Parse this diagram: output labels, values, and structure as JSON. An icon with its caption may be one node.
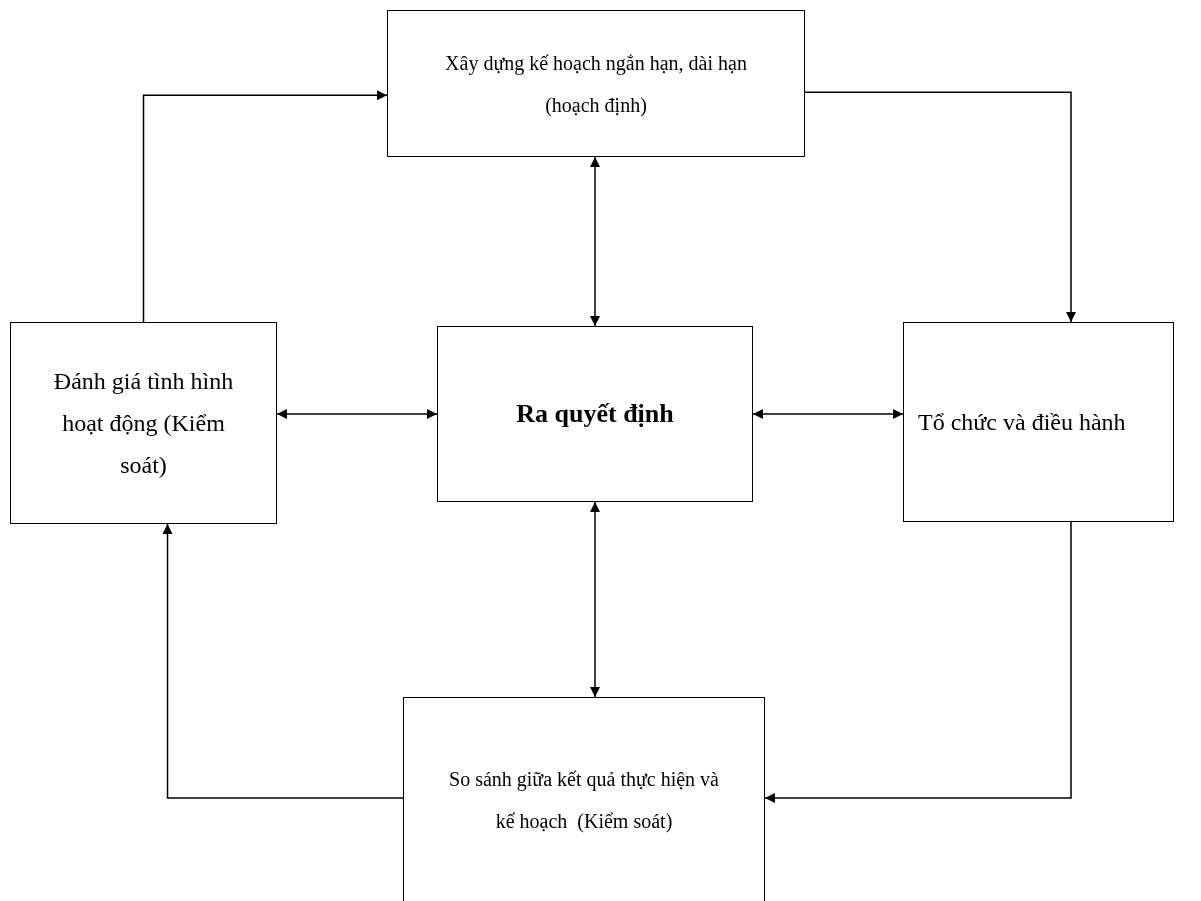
{
  "diagram": {
    "nodes": [
      {
        "text": [
          "Xây dựng kế hoạch ngắn hạn, dài hạn (hoạch định)"
        ]
      },
      {
        "text": [
          "Đánh giá tình hình hoạt động (Kiểm soát)"
        ]
      },
      {
        "text": [
          "Ra quyết định"
        ]
      },
      {
        "text": [
          "Tổ chức và điều hành"
        ]
      },
      {
        "text": [
          "So sánh giữa kết quả thực hiện và kế hoạch  (Kiểm soát)"
        ]
      }
    ],
    "edges": [
      {
        "from": 1,
        "to": 0,
        "arrow": "to"
      },
      {
        "from": 0,
        "to": 3,
        "arrow": "to"
      },
      {
        "from": 0,
        "to": 2,
        "arrow": "both"
      },
      {
        "from": 1,
        "to": 2,
        "arrow": "both"
      },
      {
        "from": 2,
        "to": 3,
        "arrow": "both"
      },
      {
        "from": 2,
        "to": 4,
        "arrow": "both"
      },
      {
        "from": 3,
        "to": 4,
        "arrow": "to"
      },
      {
        "from": 4,
        "to": 1,
        "arrow": "to"
      }
    ]
  }
}
